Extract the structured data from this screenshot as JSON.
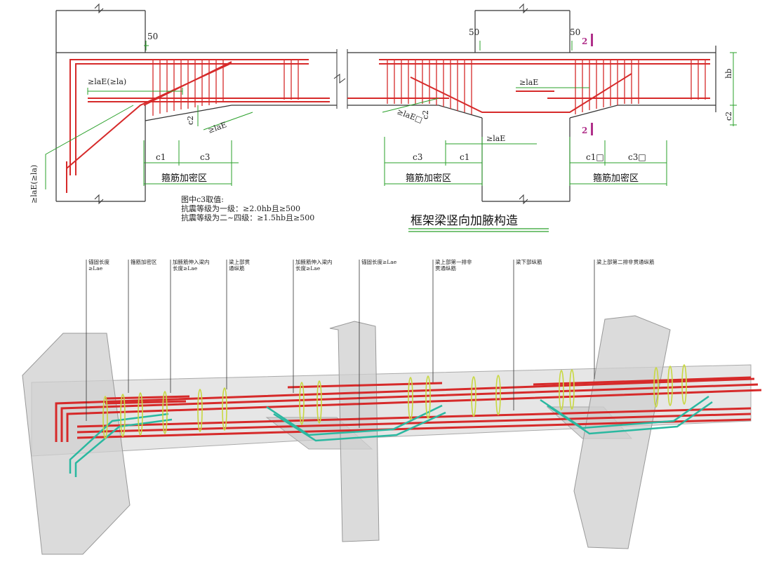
{
  "diagram": {
    "title": "框架梁竖向加腋构造",
    "dim_50_left": "50",
    "dim_50_mid": "50",
    "dim_50_right": "50",
    "mark_2_top": "2",
    "mark_2_bottom": "2",
    "hb": "hb",
    "c2_right": "c2",
    "left": {
      "anchor_top": "≥laE(≥la)",
      "anchor_side": "≥laE(≥la)",
      "c2": "c2",
      "laE_diag": "≥laE",
      "c1": "c1",
      "c3": "c3",
      "zone": "箍筋加密区"
    },
    "middle": {
      "laE_diag": "≥laE□",
      "c2": "c2",
      "c3": "c3",
      "c1": "c1",
      "laE_mid": "≥laE",
      "zone": "箍筋加密区"
    },
    "right": {
      "laE_top": "≥laE",
      "c1": "c1□",
      "c3": "c3□",
      "zone": "箍筋加密区"
    },
    "note": {
      "line1": "图中c3取值:",
      "line2": "抗震等级为一级：≥2.0hb且≥500",
      "line3": "抗震等级为二~四级：≥1.5hb且≥500"
    },
    "model_labels": [
      "锚固长度\n≥Lae",
      "箍筋加密区",
      "加腋筋伸入梁内\n长度≥Lae",
      "梁上部贯\n通纵筋",
      "加腋筋伸入梁内\n长度≥Lae",
      "锚固长度≥Lae",
      "梁上部第一排非\n贯通纵筋",
      "梁下部纵筋",
      "梁上部第二排非贯通纵筋"
    ]
  },
  "colors": {
    "rebar": "#d62a2a",
    "dimension": "#2aa02a",
    "stirrup": "#c8d840",
    "haunch_bar": "#2ab8a0",
    "concrete": "#c8c8c8",
    "accent": "#b0308a"
  }
}
